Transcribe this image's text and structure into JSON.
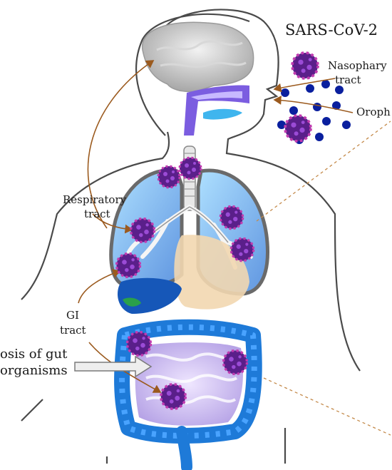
{
  "labels": {
    "title": "SARS-CoV-2",
    "nasopharynx_line1": "Nasophary",
    "nasopharynx_line2": "tract",
    "oropharynx": "Oroph",
    "respiratory_line1": "Respiratory",
    "respiratory_line2": "tract",
    "gi_line1": "GI",
    "gi_line2": "tract",
    "dysbiosis_line1": "osis of gut",
    "dysbiosis_line2": "organisms"
  },
  "colors": {
    "virus": "#5a1f8a",
    "virus_spike": "#c23bb0",
    "droplet": "#0a1f9e",
    "arrow": "#9b5a1e",
    "lung": "#7db0ee",
    "intestine": "#1e7ad8",
    "intestine_light": "#c9b8ef",
    "brain": "#bdbdbd",
    "liver": "#1657b8",
    "stomach": "#f2d7b0"
  },
  "icons": {
    "virus": "virus-icon",
    "droplet": "droplet-icon"
  }
}
